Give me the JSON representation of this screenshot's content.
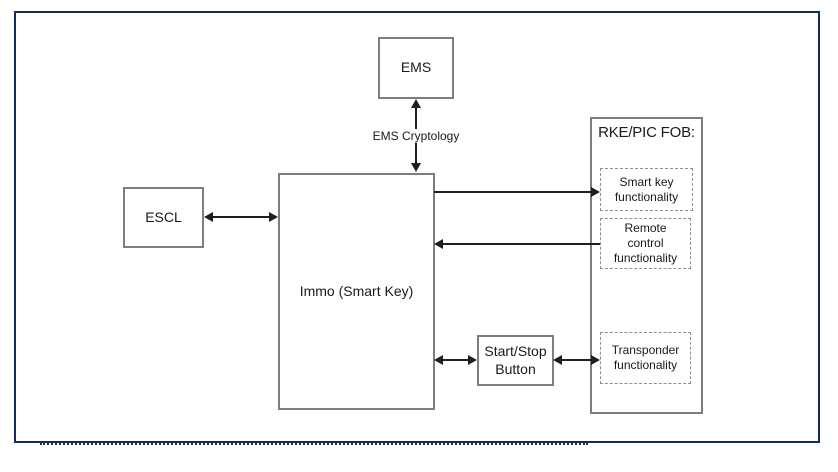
{
  "diagram": {
    "nodes": {
      "ems": {
        "label": "EMS"
      },
      "escl": {
        "label": "ESCL"
      },
      "immo": {
        "label": "Immo (Smart Key)"
      },
      "start_stop_button": {
        "label": "Start/Stop\nButton"
      },
      "rke_pic_fob": {
        "title": "RKE/PIC FOB:"
      },
      "smart_key": {
        "label": "Smart key\nfunctionality"
      },
      "remote_control": {
        "label": "Remote\ncontrol\nfunctionality"
      },
      "transponder": {
        "label": "Transponder\nfunctionality"
      }
    },
    "edges": [
      {
        "from": "escl",
        "to": "immo",
        "type": "bidirectional"
      },
      {
        "from": "ems",
        "to": "immo",
        "type": "bidirectional",
        "label": "EMS Cryptology"
      },
      {
        "from": "immo",
        "to": "smart_key",
        "type": "unidirectional"
      },
      {
        "from": "remote_control",
        "to": "immo",
        "type": "unidirectional"
      },
      {
        "from": "immo",
        "to": "start_stop_button",
        "type": "bidirectional"
      },
      {
        "from": "start_stop_button",
        "to": "transponder",
        "type": "bidirectional"
      }
    ],
    "colors": {
      "frame_border": "#0f2f5c",
      "box_border": "#7e7e7e",
      "dashed_border": "#8f8f8f",
      "line": "#1f1f1f",
      "text": "#1a1a1a",
      "background": "#ffffff"
    }
  }
}
